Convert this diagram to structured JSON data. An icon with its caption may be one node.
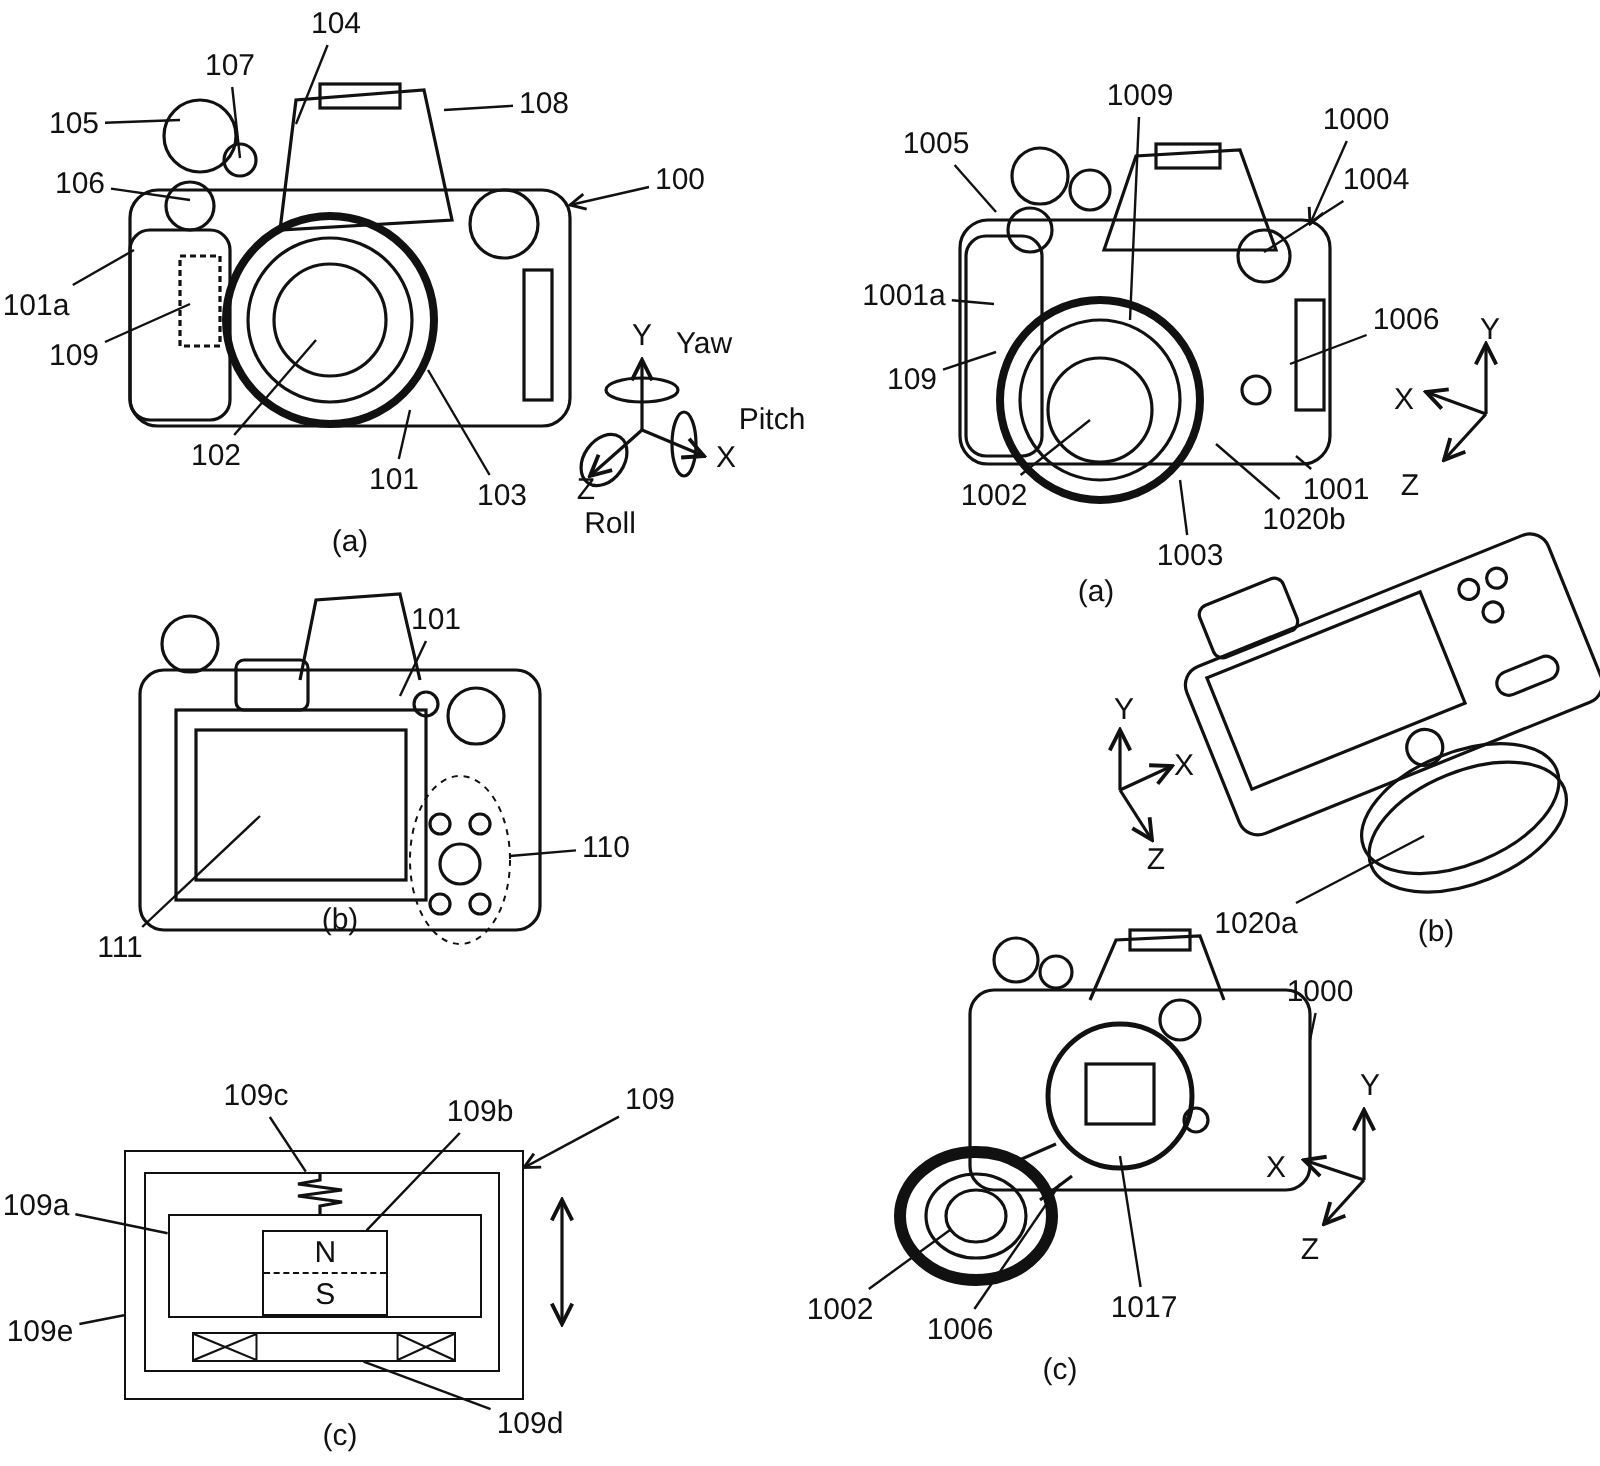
{
  "diagram": {
    "nodes": [
      {
        "text": [
          "105"
        ]
      },
      {
        "text": [
          "107"
        ]
      },
      {
        "text": [
          "104"
        ]
      },
      {
        "text": [
          "108"
        ]
      },
      {
        "text": [
          "106"
        ]
      },
      {
        "text": [
          "100"
        ]
      },
      {
        "text": [
          "101a"
        ]
      },
      {
        "text": [
          "109"
        ]
      },
      {
        "text": [
          "102"
        ]
      },
      {
        "text": [
          "101"
        ]
      },
      {
        "text": [
          "103"
        ]
      },
      {
        "text": [
          "101"
        ]
      },
      {
        "text": [
          "110"
        ]
      },
      {
        "text": [
          "111"
        ]
      },
      {
        "text": [
          "109c"
        ]
      },
      {
        "text": [
          "109b"
        ]
      },
      {
        "text": [
          "109"
        ]
      },
      {
        "text": [
          "109a"
        ]
      },
      {
        "text": [
          "109e"
        ]
      },
      {
        "text": [
          "109d"
        ]
      },
      {
        "text": [],
        "shape": "box"
      },
      {
        "text": [],
        "shape": "box",
        "in": 20
      },
      {
        "text": [],
        "shape": "box",
        "in": 21
      },
      {
        "text": [
          "N",
          "S"
        ],
        "in": 22
      },
      {
        "text": [],
        "shape": "spring",
        "in": 21
      },
      {
        "text": [],
        "shape": "box",
        "in": 21
      },
      {
        "text": [
          "1000"
        ]
      },
      {
        "text": [
          "1009"
        ]
      },
      {
        "text": [
          "1005"
        ]
      },
      {
        "text": [
          "1004"
        ]
      },
      {
        "text": [
          "1001a"
        ]
      },
      {
        "text": [
          "1006"
        ]
      },
      {
        "text": [
          "109"
        ]
      },
      {
        "text": [
          "1002"
        ]
      },
      {
        "text": [
          "1001"
        ]
      },
      {
        "text": [
          "1020b"
        ]
      },
      {
        "text": [
          "1003"
        ]
      },
      {
        "text": [
          "1020a"
        ]
      },
      {
        "text": [
          "1000"
        ]
      },
      {
        "text": [
          "1017"
        ]
      },
      {
        "text": [
          "1002"
        ]
      },
      {
        "text": [
          "1006"
        ]
      },
      {
        "text": [],
        "shape": "picture"
      },
      {
        "text": [],
        "shape": "picture"
      },
      {
        "text": [],
        "shape": "picture"
      },
      {
        "text": [],
        "shape": "picture"
      },
      {
        "text": [],
        "shape": "picture"
      }
    ],
    "edges": [
      {
        "from": 0,
        "to": 42,
        "arrow": "none"
      },
      {
        "from": 1,
        "to": 42,
        "arrow": "none"
      },
      {
        "from": 2,
        "to": 42,
        "arrow": "none"
      },
      {
        "from": 3,
        "to": 42,
        "arrow": "none"
      },
      {
        "from": 4,
        "to": 42,
        "arrow": "none"
      },
      {
        "from": 5,
        "to": 42,
        "arrow": "to"
      },
      {
        "from": 6,
        "to": 42,
        "arrow": "none"
      },
      {
        "from": 7,
        "to": 42,
        "arrow": "none"
      },
      {
        "from": 8,
        "to": 42,
        "arrow": "none"
      },
      {
        "from": 9,
        "to": 42,
        "arrow": "none"
      },
      {
        "from": 10,
        "to": 42,
        "arrow": "none"
      },
      {
        "from": 11,
        "to": 43,
        "arrow": "none"
      },
      {
        "from": 12,
        "to": 43,
        "arrow": "none"
      },
      {
        "from": 13,
        "to": 43,
        "arrow": "none"
      },
      {
        "from": 14,
        "to": 24,
        "arrow": "none"
      },
      {
        "from": 15,
        "to": 23,
        "arrow": "none"
      },
      {
        "from": 16,
        "to": 20,
        "arrow": "to"
      },
      {
        "from": 17,
        "to": 22,
        "arrow": "none"
      },
      {
        "from": 18,
        "to": 20,
        "arrow": "none"
      },
      {
        "from": 19,
        "to": 25,
        "arrow": "none"
      },
      {
        "from": 26,
        "to": 44,
        "arrow": "to"
      },
      {
        "from": 27,
        "to": 44,
        "arrow": "none"
      },
      {
        "from": 28,
        "to": 44,
        "arrow": "none"
      },
      {
        "from": 29,
        "to": 44,
        "arrow": "none"
      },
      {
        "from": 30,
        "to": 44,
        "arrow": "none"
      },
      {
        "from": 31,
        "to": 44,
        "arrow": "none"
      },
      {
        "from": 32,
        "to": 44,
        "arrow": "none"
      },
      {
        "from": 33,
        "to": 44,
        "arrow": "none"
      },
      {
        "from": 34,
        "to": 44,
        "arrow": "none"
      },
      {
        "from": 35,
        "to": 44,
        "arrow": "none"
      },
      {
        "from": 36,
        "to": 44,
        "arrow": "none"
      },
      {
        "from": 37,
        "to": 45,
        "arrow": "none"
      },
      {
        "from": 38,
        "to": 46,
        "arrow": "none"
      },
      {
        "from": 39,
        "to": 46,
        "arrow": "none"
      },
      {
        "from": 40,
        "to": 46,
        "arrow": "none"
      },
      {
        "from": 41,
        "to": 46,
        "arrow": "none"
      }
    ],
    "labels": [
      "Y",
      "Yaw",
      "Pitch",
      "X",
      "Z",
      "Roll",
      "(a)",
      "Y",
      "X",
      "Z",
      "(a)",
      "Y",
      "X",
      "Z",
      "(b)",
      "(b)",
      "Y",
      "X",
      "Z",
      "(c)",
      "(c)"
    ]
  }
}
